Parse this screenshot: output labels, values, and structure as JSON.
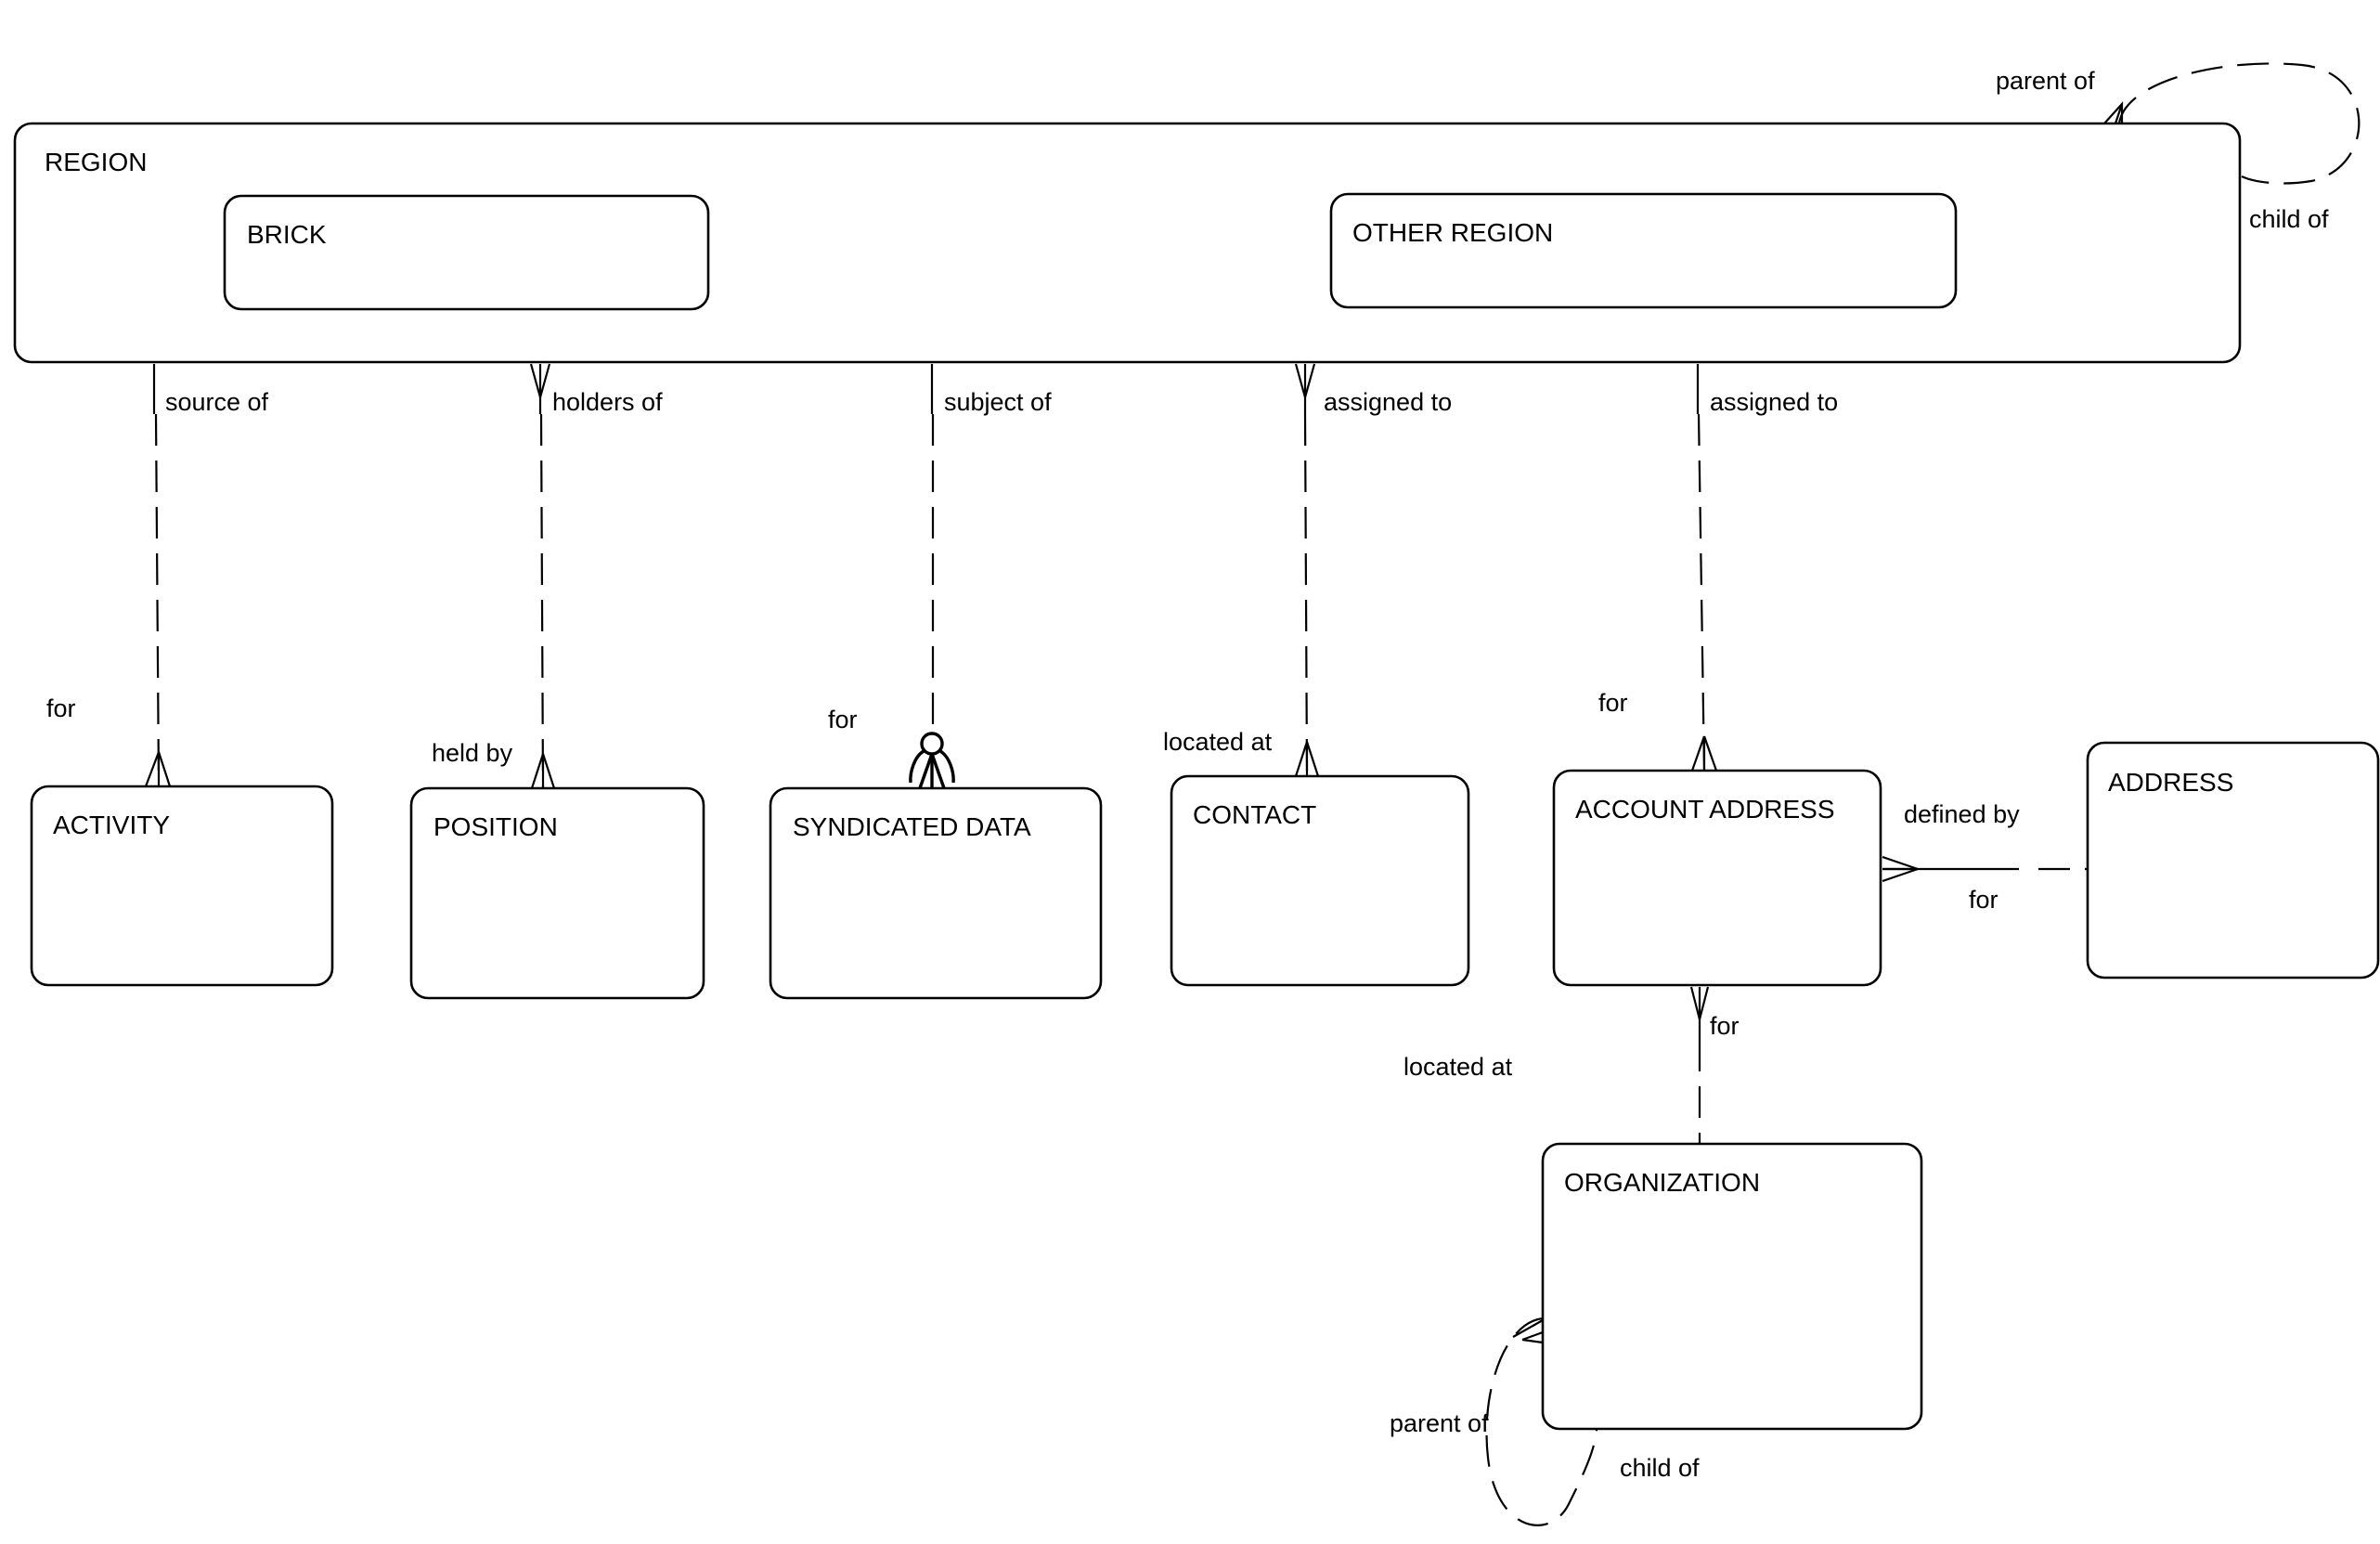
{
  "entities": {
    "region": "REGION",
    "brick": "BRICK",
    "other_region": "OTHER REGION",
    "activity": "ACTIVITY",
    "position": "POSITION",
    "syndicated_data": "SYNDICATED DATA",
    "contact": "CONTACT",
    "account_address": "ACCOUNT ADDRESS",
    "address": "ADDRESS",
    "organization": "ORGANIZATION"
  },
  "relationships": {
    "region_self": {
      "parent": "parent of",
      "child": "child of"
    },
    "region_activity": {
      "from": "source of",
      "to": "for"
    },
    "region_position": {
      "from": "holders of",
      "to": "held by"
    },
    "region_syndicated": {
      "from": "subject of",
      "to": "for"
    },
    "region_contact": {
      "from": "assigned to",
      "to": "located at"
    },
    "region_account_address": {
      "from": "assigned to",
      "to": "for"
    },
    "account_address_address": {
      "from": "defined by",
      "to": "for"
    },
    "account_address_organization": {
      "from": "for",
      "to": "located at"
    },
    "organization_self": {
      "parent": "parent of",
      "child": "child of"
    }
  }
}
